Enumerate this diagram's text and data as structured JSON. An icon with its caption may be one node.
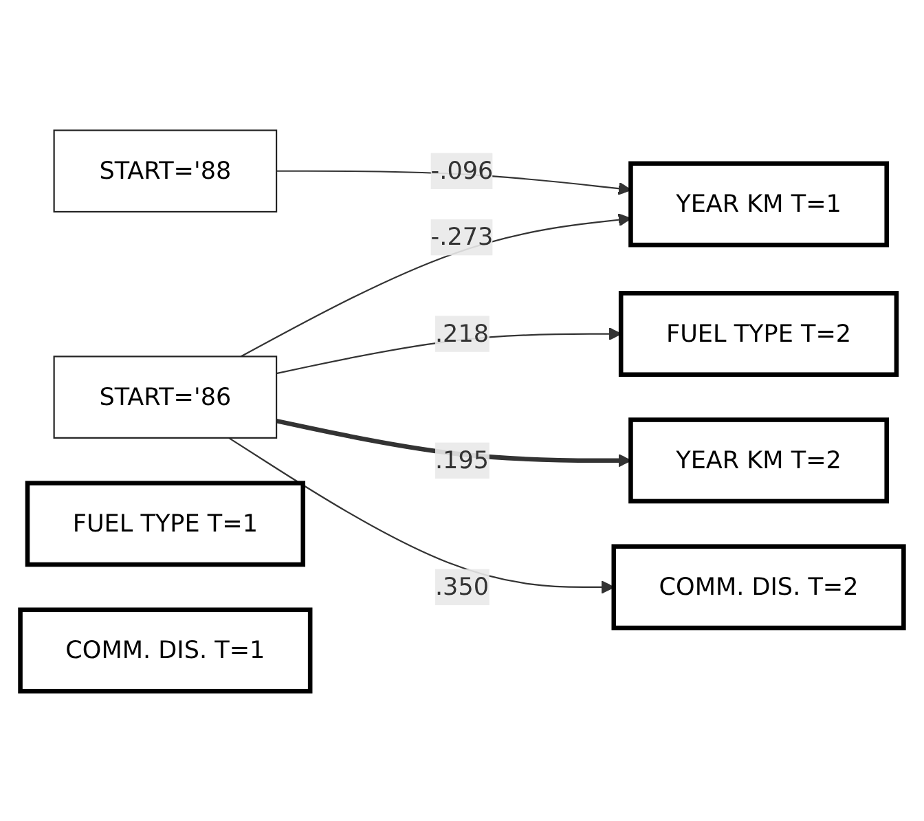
{
  "diagram": {
    "nodes": [
      {
        "text": [
          "START='86"
        ]
      },
      {
        "text": [
          "START='88"
        ]
      },
      {
        "text": [
          "FUEL TYPE T=1"
        ]
      },
      {
        "text": [
          "YEAR KM T=1"
        ]
      },
      {
        "text": [
          "COMM. DIS. T=1"
        ]
      },
      {
        "text": [
          "FUEL TYPE T=2"
        ]
      },
      {
        "text": [
          "YEAR KM T=2"
        ]
      },
      {
        "text": [
          "COMM. DIS. T=2"
        ]
      }
    ],
    "edges": [
      {
        "from": 0,
        "to": 3,
        "arrow": "to",
        "label": "-.273"
      },
      {
        "from": 0,
        "to": 5,
        "arrow": "to",
        "label": ".218"
      },
      {
        "from": 0,
        "to": 6,
        "arrow": "to",
        "label": ".195",
        "style": "thick"
      },
      {
        "from": 0,
        "to": 7,
        "arrow": "to",
        "label": ".350"
      },
      {
        "from": 1,
        "to": 3,
        "arrow": "to",
        "label": "-.096"
      }
    ]
  }
}
